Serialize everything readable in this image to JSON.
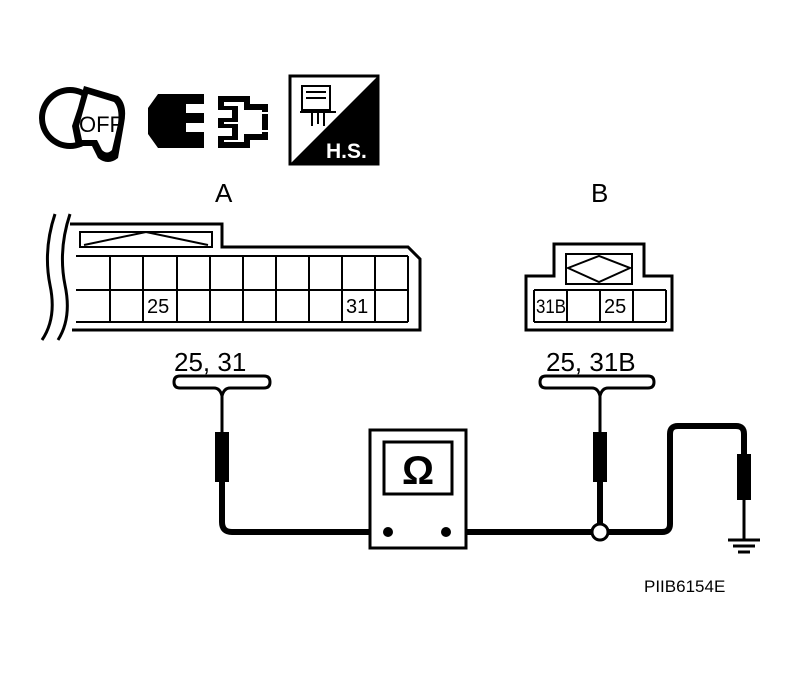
{
  "icons": {
    "ignition_off_label": "OFF",
    "harness_disconnect": "connector-disconnect-icon",
    "hs_label": "H.S."
  },
  "connector_a": {
    "label": "A",
    "pin_25": "25",
    "pin_31": "31",
    "probe_pins": "25, 31"
  },
  "connector_b": {
    "label": "B",
    "pin_31b": "31B",
    "pin_25": "25",
    "probe_pins": "25, 31B"
  },
  "meter": {
    "symbol": "Ω",
    "name": "ohmmeter-icon"
  },
  "ground": {
    "name": "ground-symbol-icon"
  },
  "figure_code": "PIIB6154E",
  "colors": {
    "line": "#000000",
    "background": "#ffffff"
  }
}
